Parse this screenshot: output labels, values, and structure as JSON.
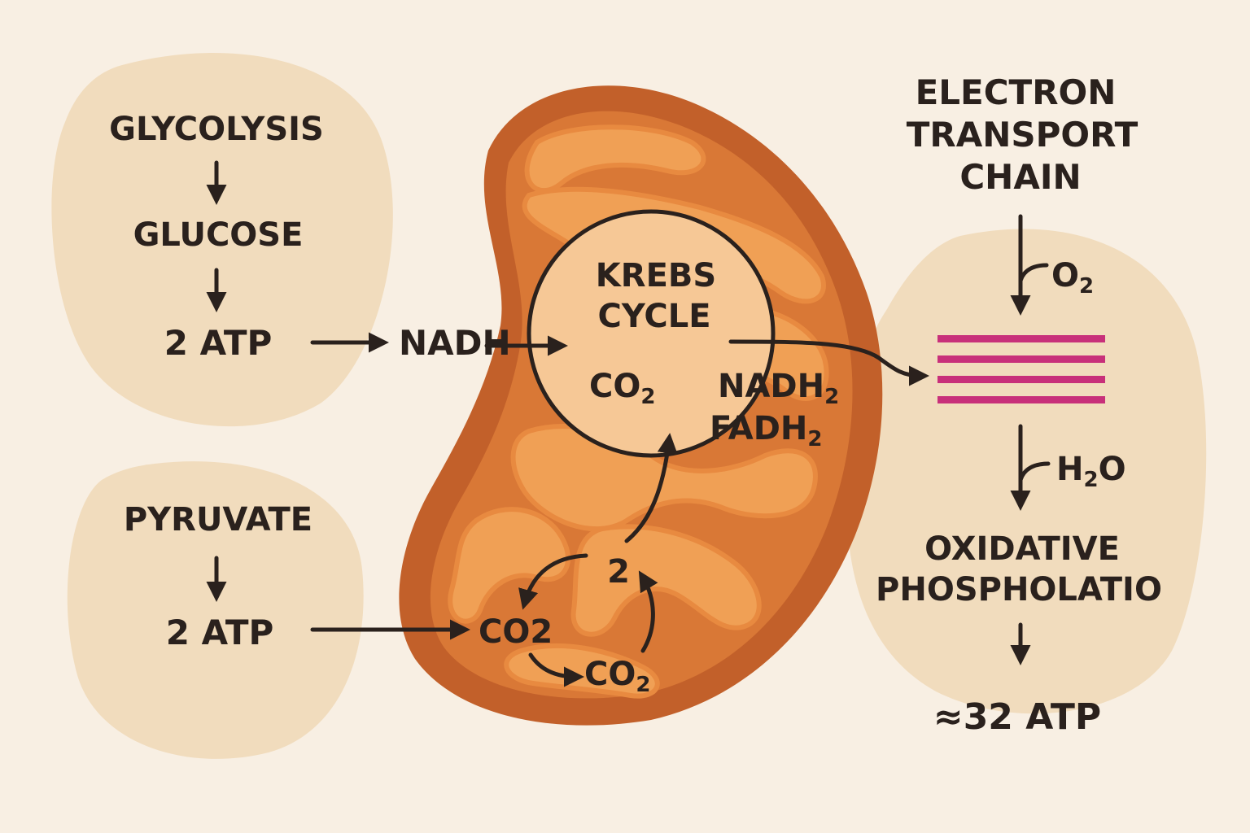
{
  "colors": {
    "background": "#f8efe3",
    "bubble": "#f1dcbd",
    "mito_outer": "#c2602a",
    "mito_membrane": "#e08a3c",
    "mito_fold": "#f0a055",
    "krebs_fill": "#f6c896",
    "etc_bars": "#c8307a",
    "ink": "#2a211d"
  },
  "glycolysis": {
    "title": "GLYCOLYSIS",
    "step1": "GLUCOSE",
    "step2": "2 ATP"
  },
  "pyruvate": {
    "title": "PYRUVATE",
    "step1": "2 ATP"
  },
  "krebs": {
    "title_line1": "KREBS",
    "title_line2": "CYCLE",
    "input": "NADH",
    "co2": "CO",
    "co2_sub": "2",
    "nadh": "NADH",
    "nadh_sub": "2",
    "fadh": "FADH",
    "fadh_sub": "2"
  },
  "small_cycle": {
    "number": "2",
    "co2_left": "CO2",
    "co2_bottom": "CO",
    "co2_bottom_sub": "2"
  },
  "etc": {
    "title_line1": "ELECTRON",
    "title_line2": "TRANSPORT",
    "title_line3": "CHAIN",
    "o2": "O",
    "o2_sub": "2",
    "h2o_h": "H",
    "h2o_sub": "2",
    "h2o_o": "O",
    "oxphos_line1": "OXIDATIVE",
    "oxphos_line2": "PHOSPHOLATIO",
    "result": "≈32 ATP"
  }
}
